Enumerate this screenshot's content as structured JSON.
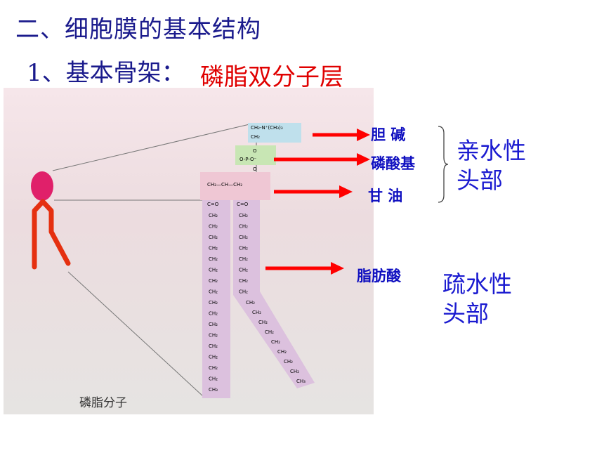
{
  "title": "二、细胞膜的基本结构",
  "subtitle": {
    "label": "1、基本骨架：",
    "value": "磷脂双分子层"
  },
  "labels": {
    "choline": "胆  碱",
    "phosphate": "磷酸基",
    "glycerol": "甘  油",
    "fatty_acid": "脂肪酸"
  },
  "groups": {
    "hydrophilic": [
      "亲水性",
      "头部"
    ],
    "hydrophobic": [
      "疏水性",
      "头部"
    ]
  },
  "figure_caption": "磷脂分子",
  "chem": {
    "choline_formula": "CH₂-N⁺(CH₃)₃",
    "ch2": "CH₂",
    "o": "O",
    "phosphate_formula": "O-P-O⁻",
    "glycerol_formula": "CH₂—CH—CH₂",
    "carbonyl": "C=O",
    "chain_unit": "CH₂",
    "chain_end": "CH₃"
  },
  "colors": {
    "arrow": "#ff0000",
    "title": "#1a1a8c",
    "accent": "#e00000",
    "label": "#1010c0"
  }
}
